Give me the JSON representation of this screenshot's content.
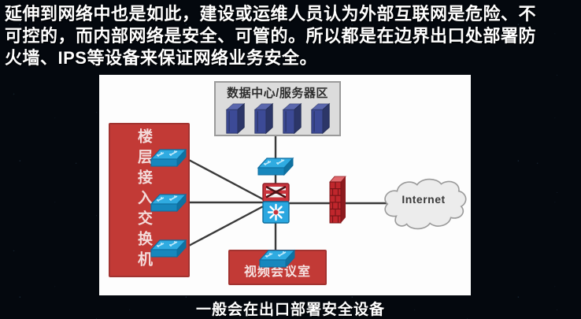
{
  "intro": {
    "lines": [
      "延伸到网络中也是如此，建设或运维人员认为外部互联网是危险、不",
      "可控的，而内部网络是安全、可管的。所以都是在边界出口处部署防",
      "火墙、IPS等设备来保证网络业务安全。"
    ]
  },
  "diagram": {
    "data_center": {
      "label": "数据中心/服务器区",
      "server_count": 4
    },
    "access_zone": {
      "label": "楼层接入交换机",
      "switch_count": 3
    },
    "video_room": {
      "label": "视频会议室"
    },
    "internet": {
      "label": "Internet"
    }
  },
  "caption": {
    "text": "一般会在出口部署安全设备"
  },
  "icons": {
    "server": "server-icon",
    "switch": "switch-icon",
    "core": "multilayer-switch-icon",
    "firewall": "firewall-icon",
    "cloud": "internet-cloud-icon"
  },
  "colors": {
    "background": "#04080e",
    "panel": "#fdfdfd",
    "red_zone": "#c23a36",
    "server_navy": "#3c4a96",
    "switch_blue": "#2aa7e0",
    "core_red": "#c8333c",
    "firewall_red": "#c0262c",
    "cloud_fill": "#ececec",
    "wire": "#3a3a3a",
    "text": "#ffffff"
  }
}
